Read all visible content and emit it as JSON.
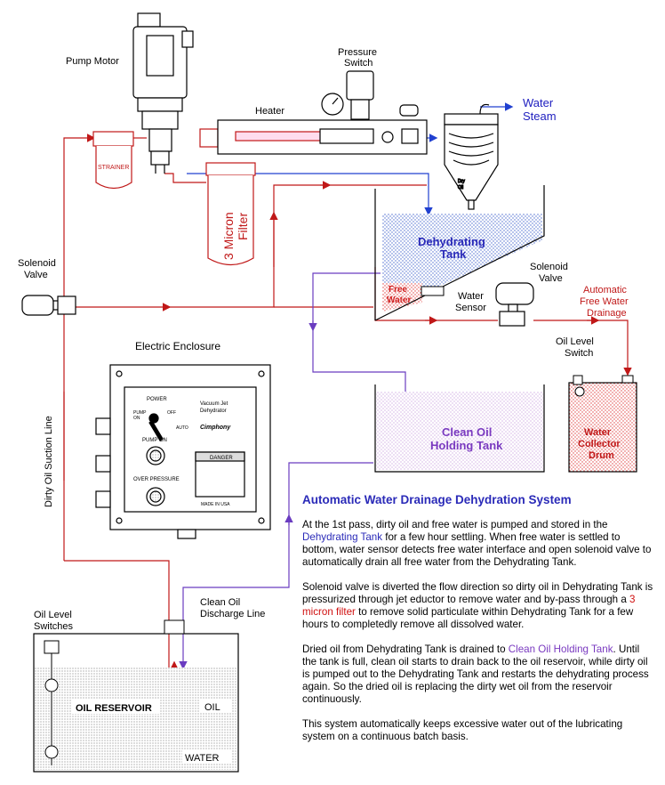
{
  "labels": {
    "pump_motor": "Pump Motor",
    "pressure_switch_1": "Pressure",
    "pressure_switch_2": "Switch",
    "heater": "Heater",
    "water_steam_1": "Water",
    "water_steam_2": "Steam",
    "strainer": "STRAINER",
    "micron_filter_1": "3 Micron",
    "micron_filter_2": "Filter",
    "dry_oil_1": "Dry",
    "dry_oil_2": "Oil",
    "dehydrating_tank_1": "Dehydrating",
    "dehydrating_tank_2": "Tank",
    "solenoid_valve_left_1": "Solenoid",
    "solenoid_valve_left_2": "Valve",
    "solenoid_valve_right_1": "Solenoid",
    "solenoid_valve_right_2": "Valve",
    "free_water_1": "Free",
    "free_water_2": "Water",
    "water_sensor_1": "Water",
    "water_sensor_2": "Sensor",
    "auto_drain_1": "Automatic",
    "auto_drain_2": "Free Water",
    "auto_drain_3": "Drainage",
    "electric_enclosure": "Electric Enclosure",
    "oil_level_switch_1": "Oil Level",
    "oil_level_switch_2": "Switch",
    "dirty_oil_suction": "Dirty Oil Suction Line",
    "clean_oil_tank_1": "Clean Oil",
    "clean_oil_tank_2": "Holding Tank",
    "water_collector_1": "Water",
    "water_collector_2": "Collector",
    "water_collector_3": "Drum",
    "clean_oil_discharge_1": "Clean Oil",
    "clean_oil_discharge_2": "Discharge Line",
    "oil_level_switches_1": "Oil Level",
    "oil_level_switches_2": "Switches",
    "oil_reservoir": "OIL RESERVOIR",
    "oil": "OIL",
    "water": "WATER"
  },
  "panel": {
    "power": "POWER",
    "pump_on_off_1": "PUMP",
    "pump_on_off_2": "ON",
    "off": "OFF",
    "auto": "AUTO",
    "pump_on": "PUMP ON",
    "over_pressure": "OVER PRESSURE",
    "brand_1": "Vacuum Jet",
    "brand_2": "Dehydrator",
    "logo": "Cimphony",
    "danger": "DANGER",
    "made_in": "MADE IN USA"
  },
  "description": {
    "title": "Automatic Water Drainage Dehydration System",
    "p1_a": "At the 1st pass, dirty oil and free water is pumped and stored in the ",
    "p1_link": "Dehydrating Tank",
    "p1_b": " for a few hour settling. When free water is settled to bottom, water sensor detects free water interface and open solenoid valve to automatically drain all free water from the Dehydrating Tank.",
    "p2_a": "Solenoid valve is diverted the flow direction so dirty oil in Dehydrating Tank is pressurized through jet eductor to remove water and by-pass through a ",
    "p2_link": "3 micron filter",
    "p2_b": " to remove solid particulate within Dehydrating Tank for a few hours to completedly remove all dissolved water.",
    "p3_a": "Dried oil from Dehydrating Tank is drained to ",
    "p3_link": "Clean Oil Holding Tank",
    "p3_b": ". Until the tank is full, clean oil starts to drain back to the oil reservoir, while dirty oil is pumped out to the Dehydrating Tank and restarts the dehydrating process again. So the dried oil is replacing the dirty wet oil from the reservoir continuously.",
    "p4": "This system automatically keeps excessive water out of the lubricating system on a continuous batch basis."
  },
  "colors": {
    "dirty_line": "#c01818",
    "clean_line": "#6a3cc0",
    "steam_line": "#2040d0",
    "tank_dots": "#3050c0",
    "water_red": "#d02020"
  }
}
